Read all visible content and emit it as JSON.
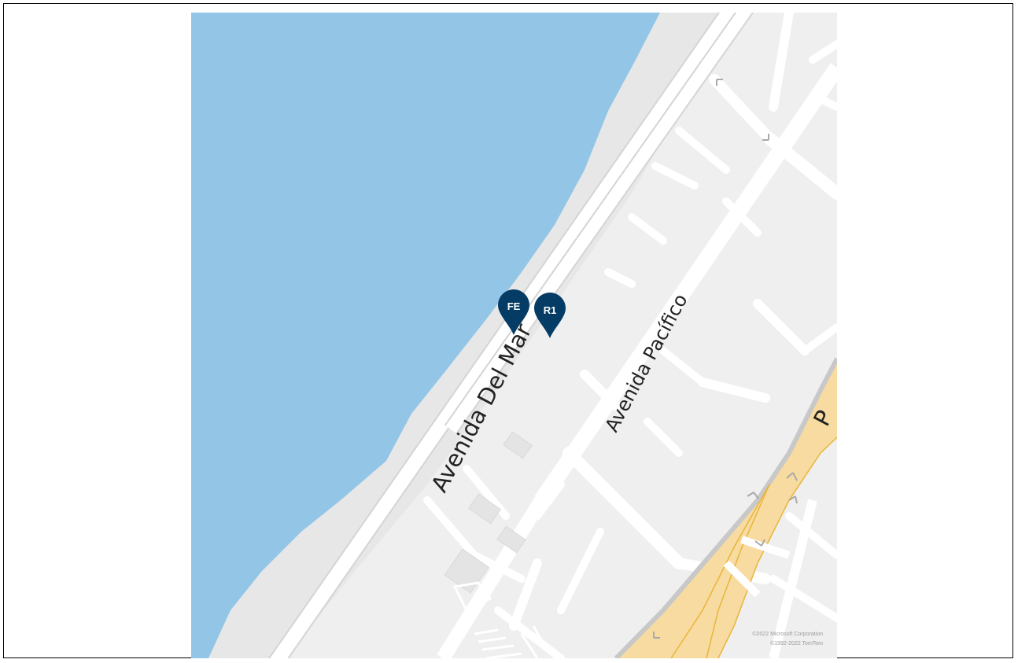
{
  "map": {
    "streets": [
      {
        "id": "avenida-del-mar",
        "label": "Avenida Del Mar"
      },
      {
        "id": "avenida-pacifico",
        "label": "Avenida Pacífico"
      },
      {
        "id": "highway",
        "label": "P"
      }
    ],
    "markers": [
      {
        "id": "fe",
        "label": "FE"
      },
      {
        "id": "r1",
        "label": "R1"
      }
    ],
    "colors": {
      "water": "#93c6e6",
      "land": "#efefef",
      "beach": "#e9e9e9",
      "road": "#ffffff",
      "highway": "#f7dba0",
      "highway_edge": "#e9b53a",
      "marker": "#053c66"
    },
    "attribution": {
      "line1": "©2022 Microsoft Corporation",
      "line2": "©1992-2022 TomTom"
    }
  }
}
